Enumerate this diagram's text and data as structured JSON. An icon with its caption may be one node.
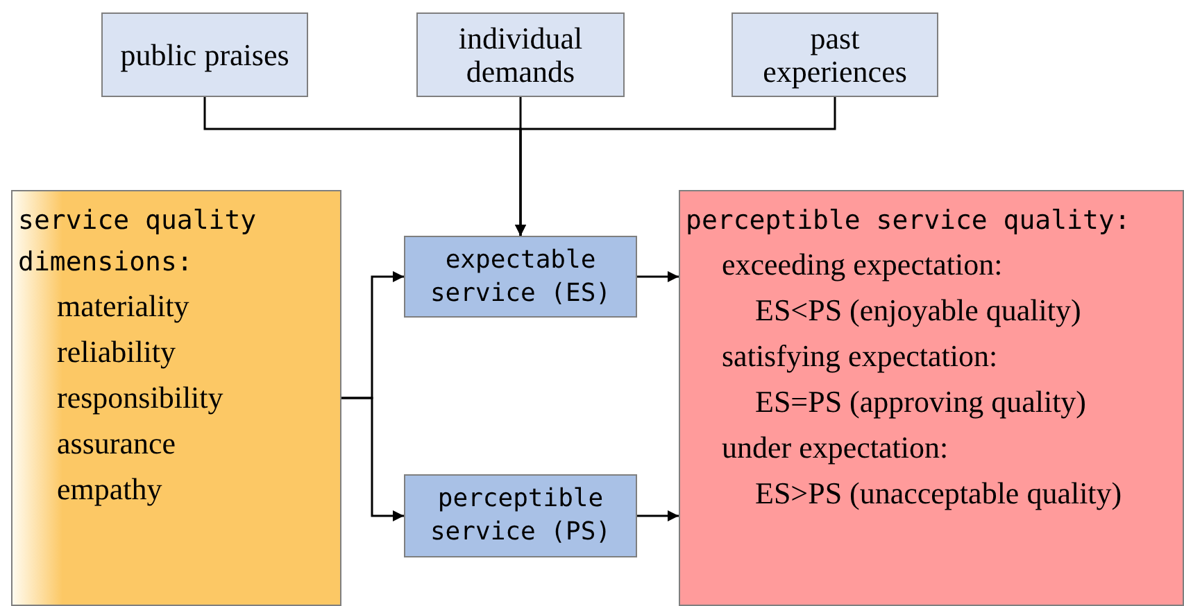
{
  "diagram": {
    "nodes": [
      {
        "text": [
          "public praises"
        ]
      },
      {
        "text": [
          "individual demands"
        ]
      },
      {
        "text": [
          "past experiences"
        ]
      },
      {
        "text": [
          "service quality dimensions:",
          "materiality",
          "reliability",
          "responsibility",
          "assurance",
          "empathy"
        ]
      },
      {
        "text": [
          "expectable service (ES)"
        ]
      },
      {
        "text": [
          "perceptible service (PS)"
        ]
      },
      {
        "text": [
          "perceptible service quality:",
          "exceeding expectation:",
          "ES<PS (enjoyable quality)",
          "satisfying expectation:",
          "ES=PS (approving quality)",
          "under expectation:",
          "ES>PS (unacceptable quality)"
        ]
      }
    ],
    "edges": [
      {
        "from": 0,
        "to": 4,
        "arrow": "to"
      },
      {
        "from": 1,
        "to": 4,
        "arrow": "to"
      },
      {
        "from": 2,
        "to": 4,
        "arrow": "to"
      },
      {
        "from": 3,
        "to": 4,
        "arrow": "to"
      },
      {
        "from": 3,
        "to": 5,
        "arrow": "to"
      },
      {
        "from": 4,
        "to": 6,
        "arrow": "to"
      },
      {
        "from": 5,
        "to": 6,
        "arrow": "to"
      }
    ]
  }
}
